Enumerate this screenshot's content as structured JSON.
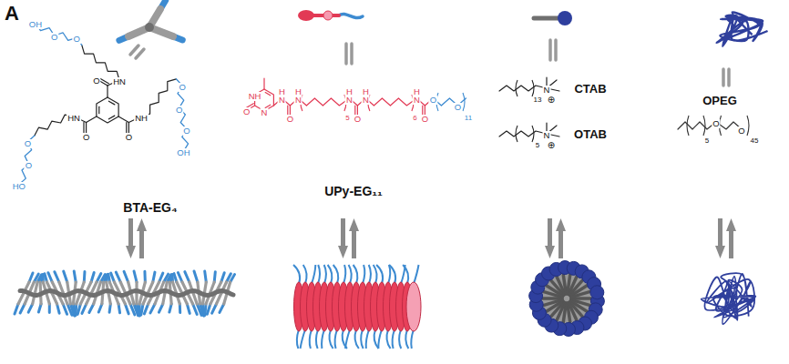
{
  "diagram": {
    "labels": [
      "A",
      "OH",
      "O",
      "O",
      "O",
      "HN",
      "O",
      "O",
      "O",
      "OH",
      "HN",
      "NH",
      "O",
      "O",
      "O",
      "O",
      "HO",
      "BTA-EG₄",
      "NH",
      "O",
      "N",
      "H",
      "N",
      "O",
      "H",
      "N",
      "5",
      "H",
      "N",
      "O",
      "H",
      "N",
      "6",
      "H",
      "N",
      "O",
      "O",
      "O",
      "11",
      "UPy-EG₁₁",
      "13",
      "N",
      "⊕",
      "CTAB",
      "5",
      "N",
      "⊕",
      "OTAB",
      "OPEG",
      "5",
      "O",
      "O",
      "45"
    ]
  }
}
